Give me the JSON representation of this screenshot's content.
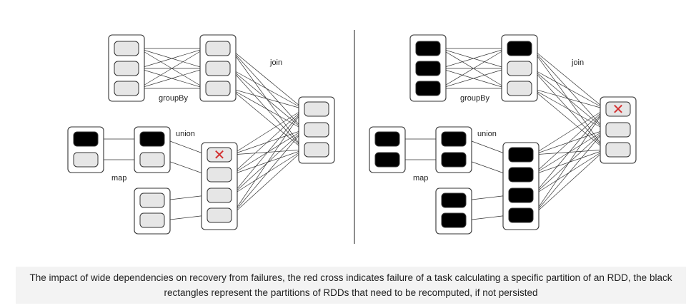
{
  "labels": {
    "join": "join",
    "groupby": "groupBy",
    "union": "union",
    "map": "map"
  },
  "cross_glyph": "✕",
  "colors": {
    "cross": "#d32f2f",
    "partition_fill": "#e6e6e6",
    "partition_black": "#000000"
  },
  "caption": "The impact of wide dependencies on recovery from failures, the red cross indicates failure of a task calculating a specific partition of an RDD, the black rectangles represent the partitions of RDDs that need to be recomputed, if not persisted"
}
